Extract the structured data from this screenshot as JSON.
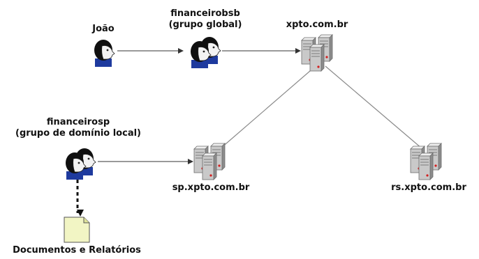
{
  "colors": {
    "line": "#8a8a8a",
    "arrow": "#333333",
    "text": "#111111",
    "server_body": "#c9c9c9",
    "server_dark": "#8c8c8c",
    "server_light": "#efefef",
    "server_led": "#d32020",
    "person_hair": "#101010",
    "person_skin": "#f3f3f3",
    "person_shirt": "#1e3a9e",
    "document": "#f2f5c4"
  },
  "nodes": {
    "joao": {
      "label": "João",
      "icon": "user-icon"
    },
    "financeirobsb": {
      "label_line1": "financeirobsb",
      "label_line2": "(grupo global)",
      "icon": "group-icon"
    },
    "xpto": {
      "label": "xpto.com.br",
      "icon": "server-icon"
    },
    "financeirosp": {
      "label_line1": "financeirosp",
      "label_line2": "(grupo de domínio local)",
      "icon": "group-icon"
    },
    "sp": {
      "label": "sp.xpto.com.br",
      "icon": "server-icon"
    },
    "rs": {
      "label": "rs.xpto.com.br",
      "icon": "server-icon"
    },
    "docs": {
      "label": "Documentos e Relatórios",
      "icon": "document-icon"
    }
  }
}
